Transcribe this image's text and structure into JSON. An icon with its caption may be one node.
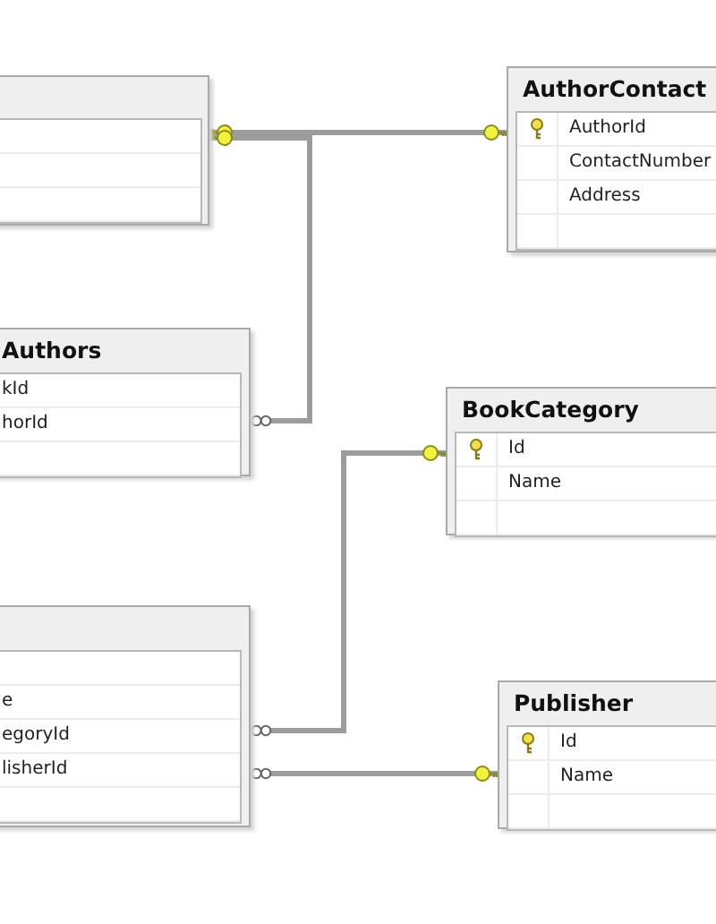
{
  "diagram": {
    "nodes": [
      {
        "text": [],
        "shape": "box"
      },
      {
        "text": [
          "AuthorContact",
          "AuthorId",
          "ContactNumber",
          "Address"
        ]
      },
      {
        "text": [
          "Authors",
          "kId",
          "horId"
        ]
      },
      {
        "text": [
          "BookCategory",
          "Id",
          "Name"
        ]
      },
      {
        "text": [
          "e",
          "egoryId",
          "lisherId"
        ]
      },
      {
        "text": [
          "Publisher",
          "Id",
          "Name"
        ]
      }
    ],
    "edges": [
      {
        "from": 0,
        "to": 1,
        "arrow": "other"
      },
      {
        "from": 2,
        "to": 0,
        "arrow": "other"
      },
      {
        "from": 4,
        "to": 3,
        "arrow": "other"
      },
      {
        "from": 4,
        "to": 5,
        "arrow": "other"
      }
    ]
  }
}
